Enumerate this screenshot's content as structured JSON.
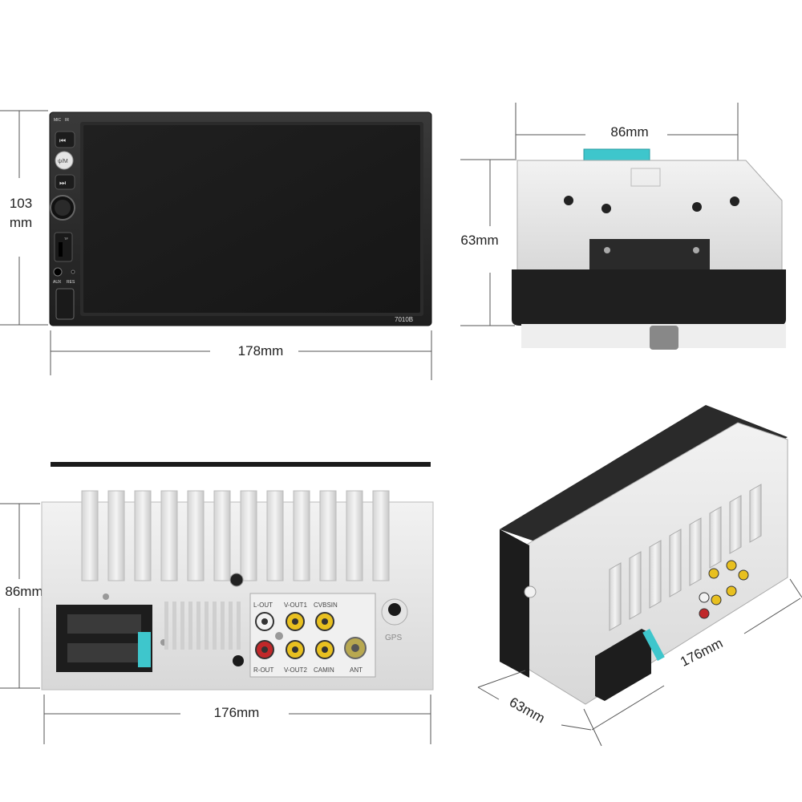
{
  "front": {
    "height_label_1": "103",
    "height_label_2": "mm",
    "width_label": "178mm",
    "model": "7010B",
    "buttons": {
      "mic": "MIC",
      "ir": "IR",
      "power": "ψ/M",
      "tf": "TF",
      "aux": "AUX",
      "res": "RES"
    }
  },
  "side": {
    "width_label": "86mm",
    "height_label": "63mm"
  },
  "rear": {
    "height_label": "86mm",
    "width_label": "176mm",
    "ports": {
      "l_out": "L-OUT",
      "r_out": "R-OUT",
      "v_out1": "V-OUT1",
      "v_out2": "V-OUT2",
      "cvbsin": "CVBSIN",
      "cam": "CAMIN",
      "ant": "ANT",
      "gps": "GPS"
    }
  },
  "iso": {
    "depth_label": "63mm",
    "width_label": "176mm"
  },
  "colors": {
    "bezel": "#2a2a2a",
    "screen": "#1a1a1a",
    "chassis": "#e6e6e6",
    "fuse": "#3ec6cc",
    "rca_yellow": "#e8c020",
    "rca_red": "#c0282a",
    "rca_white": "#f2f2f2"
  }
}
